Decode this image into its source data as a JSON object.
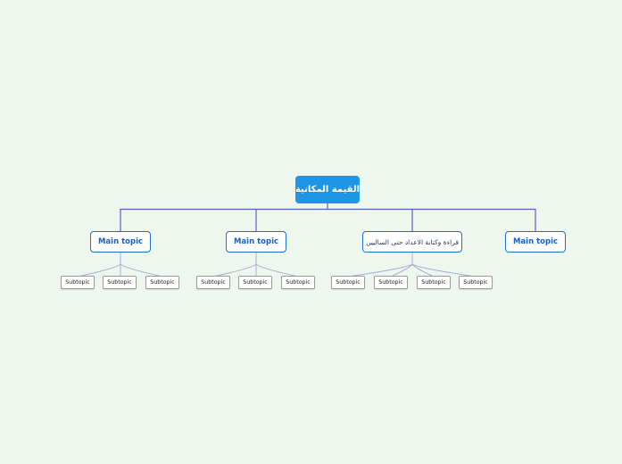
{
  "mindmap": {
    "central_topic": "القيمة المكانية",
    "colors": {
      "background": "#eef7ee",
      "central_fill": "#1e96e8",
      "main_border": "#1a6fd1",
      "trunk_line": "#5c5fb8",
      "sub_line": "#a8acd6"
    },
    "branches": [
      {
        "label": "Main topic",
        "subtopics": [
          "Subtopic",
          "Subtopic",
          "Subtopic"
        ]
      },
      {
        "label": "Main topic",
        "subtopics": [
          "Subtopic",
          "Subtopic",
          "Subtopic"
        ]
      },
      {
        "label": "قراءة وكتابة الاعداد حتى الساليين",
        "subtopics": [
          "Subtopic",
          "Subtopic",
          "Subtopic",
          "Subtopic"
        ]
      },
      {
        "label": "Main topic",
        "subtopics": []
      }
    ]
  }
}
